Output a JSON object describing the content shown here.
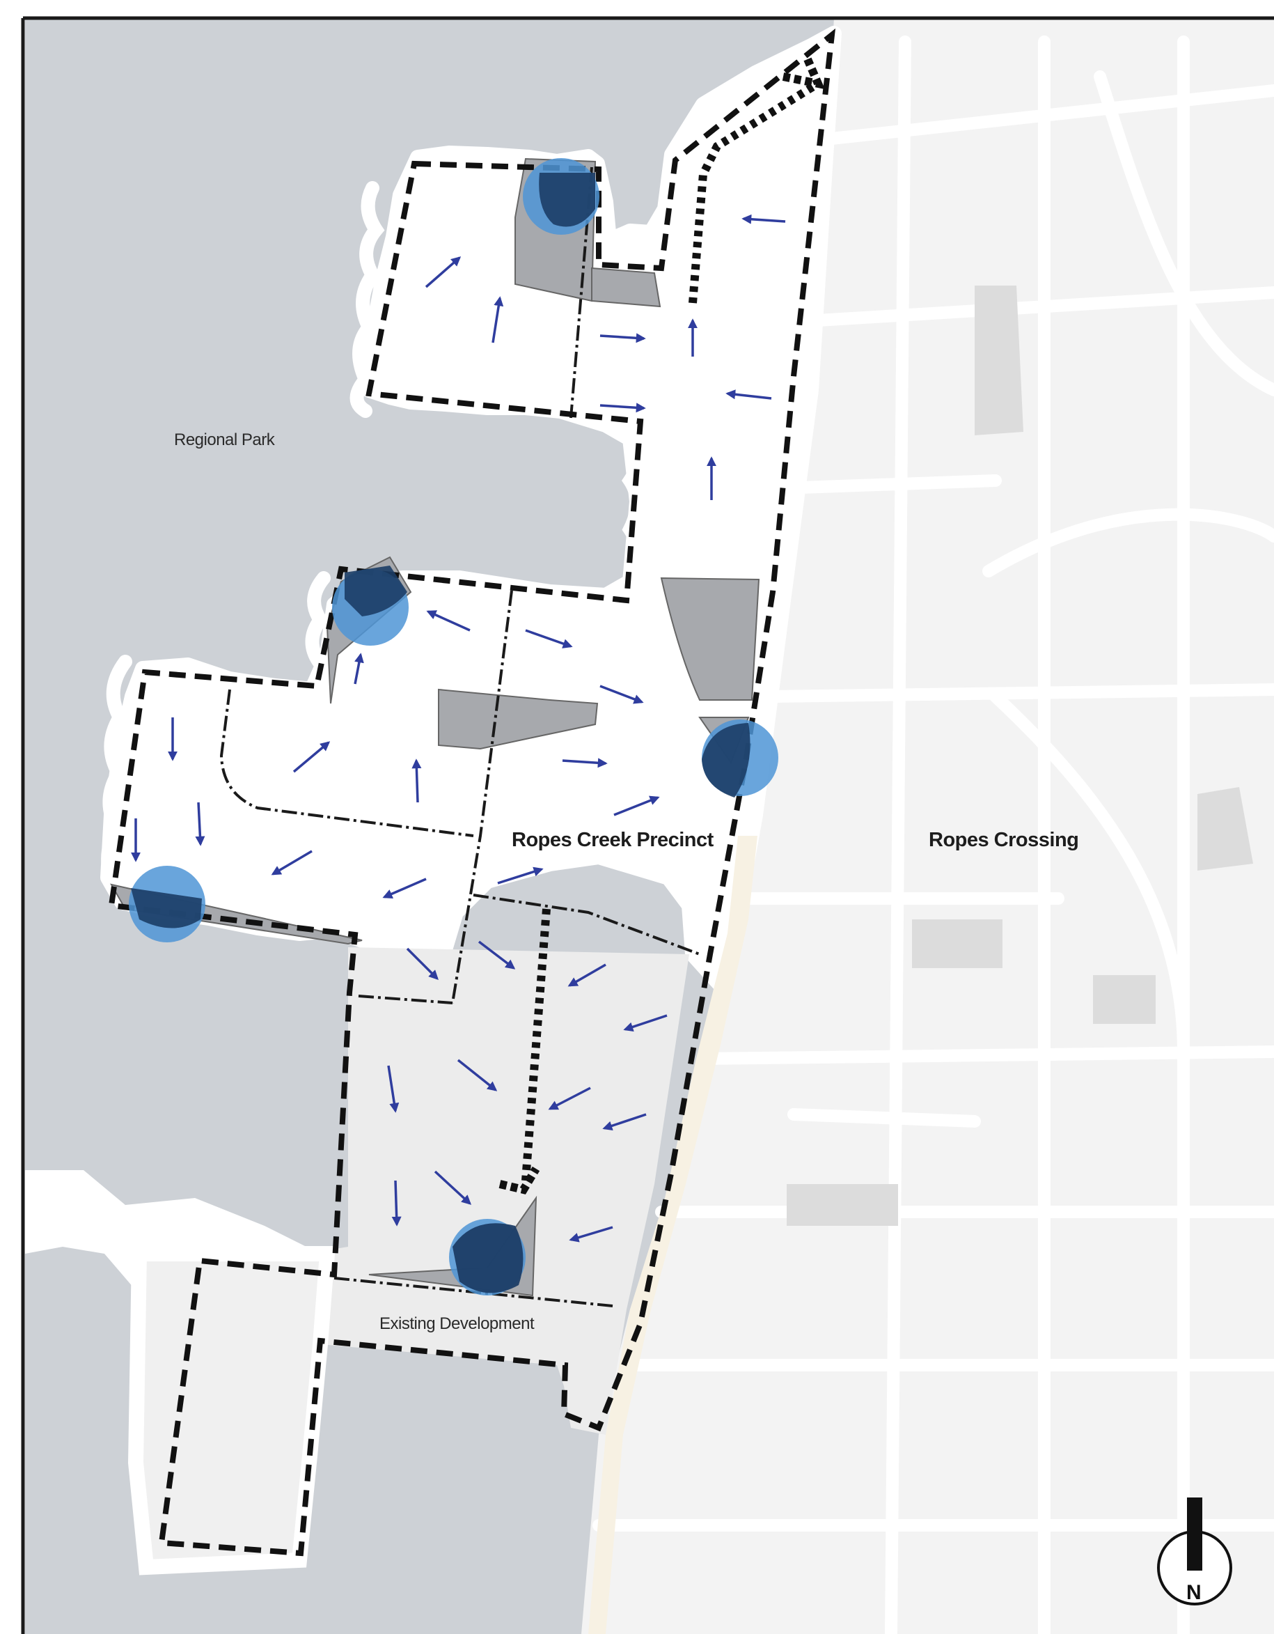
{
  "labels": {
    "regional_park": "Regional Park",
    "ropes_creek_precinct": "Ropes Creek Precinct",
    "ropes_crossing": "Ropes Crossing",
    "existing_development": "Existing Development",
    "north": "N"
  },
  "colors": {
    "park": "#cdd1d6",
    "frame": "#1a1a1a",
    "suburb_block": "#f3f3f3",
    "suburb_road": "#ffffff",
    "existing_development": "#ececec",
    "building": "#a7a9ad",
    "basin_light": "#4f95d6",
    "basin_dark": "#1c3d66",
    "flow_arrow": "#2f3d9e",
    "boundary": "#111111"
  },
  "icons": {
    "north_arrow": "north-arrow-icon",
    "flow_arrow": "flow-arrow-icon",
    "detention_basin": "detention-basin-icon"
  }
}
